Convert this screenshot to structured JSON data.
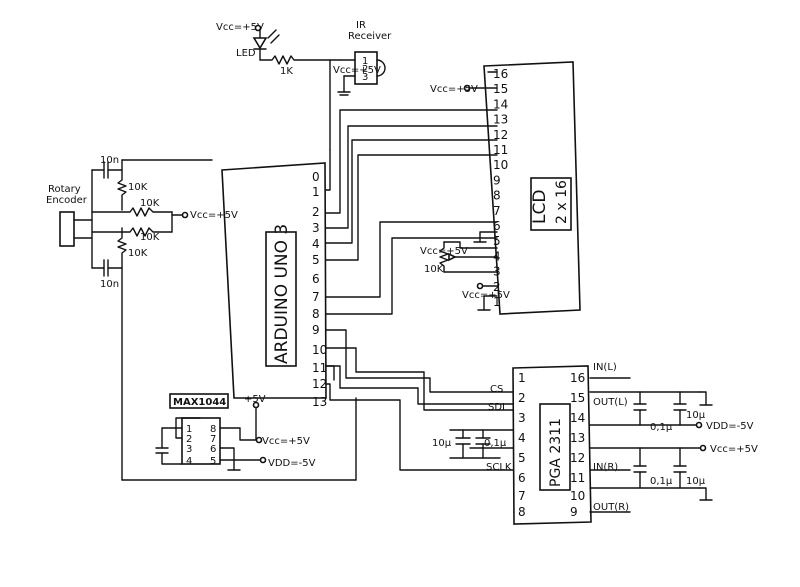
{
  "arduino": {
    "name": "ARDUINO UNO 3",
    "pins": [
      "0",
      "1",
      "2",
      "3",
      "4",
      "5",
      "6",
      "7",
      "8",
      "9",
      "10",
      "11",
      "12",
      "13"
    ]
  },
  "lcd": {
    "name": "LCD",
    "size": "2 x 16",
    "pins": [
      "16",
      "15",
      "14",
      "13",
      "12",
      "11",
      "10",
      "9",
      "8",
      "7",
      "6",
      "5",
      "4",
      "3",
      "2",
      "1"
    ]
  },
  "pga": {
    "name": "PGA 2311",
    "left_pins": [
      "1",
      "2",
      "3",
      "4",
      "5",
      "6",
      "7",
      "8"
    ],
    "right_pins": [
      "16",
      "15",
      "14",
      "13",
      "12",
      "11",
      "10",
      "9"
    ],
    "labels": {
      "cs": "CS",
      "sdi": "SDI",
      "sclk": "SCLK",
      "in_l": "IN(L)",
      "out_l": "OUT(L)",
      "in_r": "IN(R)",
      "out_r": "OUT(R)"
    }
  },
  "max": {
    "name": "MAX1044",
    "left_pins": [
      "1",
      "2",
      "3",
      "4"
    ],
    "right_pins": [
      "8",
      "7",
      "6",
      "5"
    ]
  },
  "rotary": {
    "label_line1": "Rotary",
    "label_line2": "Encoder",
    "cap_top": "10n",
    "cap_bottom": "10n",
    "res_top": "10K",
    "res_mid1": "10K",
    "res_mid2": "10K",
    "res_bottom": "10K",
    "vcc": "Vcc=+5V"
  },
  "ir": {
    "vcc": "Vcc=+5V",
    "led": "LED",
    "resistor": "1K",
    "title_line1": "IR",
    "title_line2": "Receiver",
    "rx_pins": [
      "1",
      "2",
      "3"
    ],
    "rx_vcc": "Vcc=+5V"
  },
  "power": {
    "lcd_vcc_15": "Vcc=+5V",
    "pot_vcc": "Vcc=+5V",
    "pot": "10K",
    "lcd_vcc_2": "Vcc=+5V",
    "max_vcc_top": "+5V",
    "max_vcc": "Vcc=+5V",
    "max_vdd": "VDD=-5V",
    "pga_vdd": "VDD=-5V",
    "pga_vcc": "Vcc=+5V"
  },
  "caps": {
    "pga_left_1": "10μ",
    "pga_left_2": "0,1μ",
    "pga_r1": "0,1μ",
    "pga_r2": "10μ",
    "pga_r3": "0,1μ",
    "pga_r4": "10μ"
  }
}
